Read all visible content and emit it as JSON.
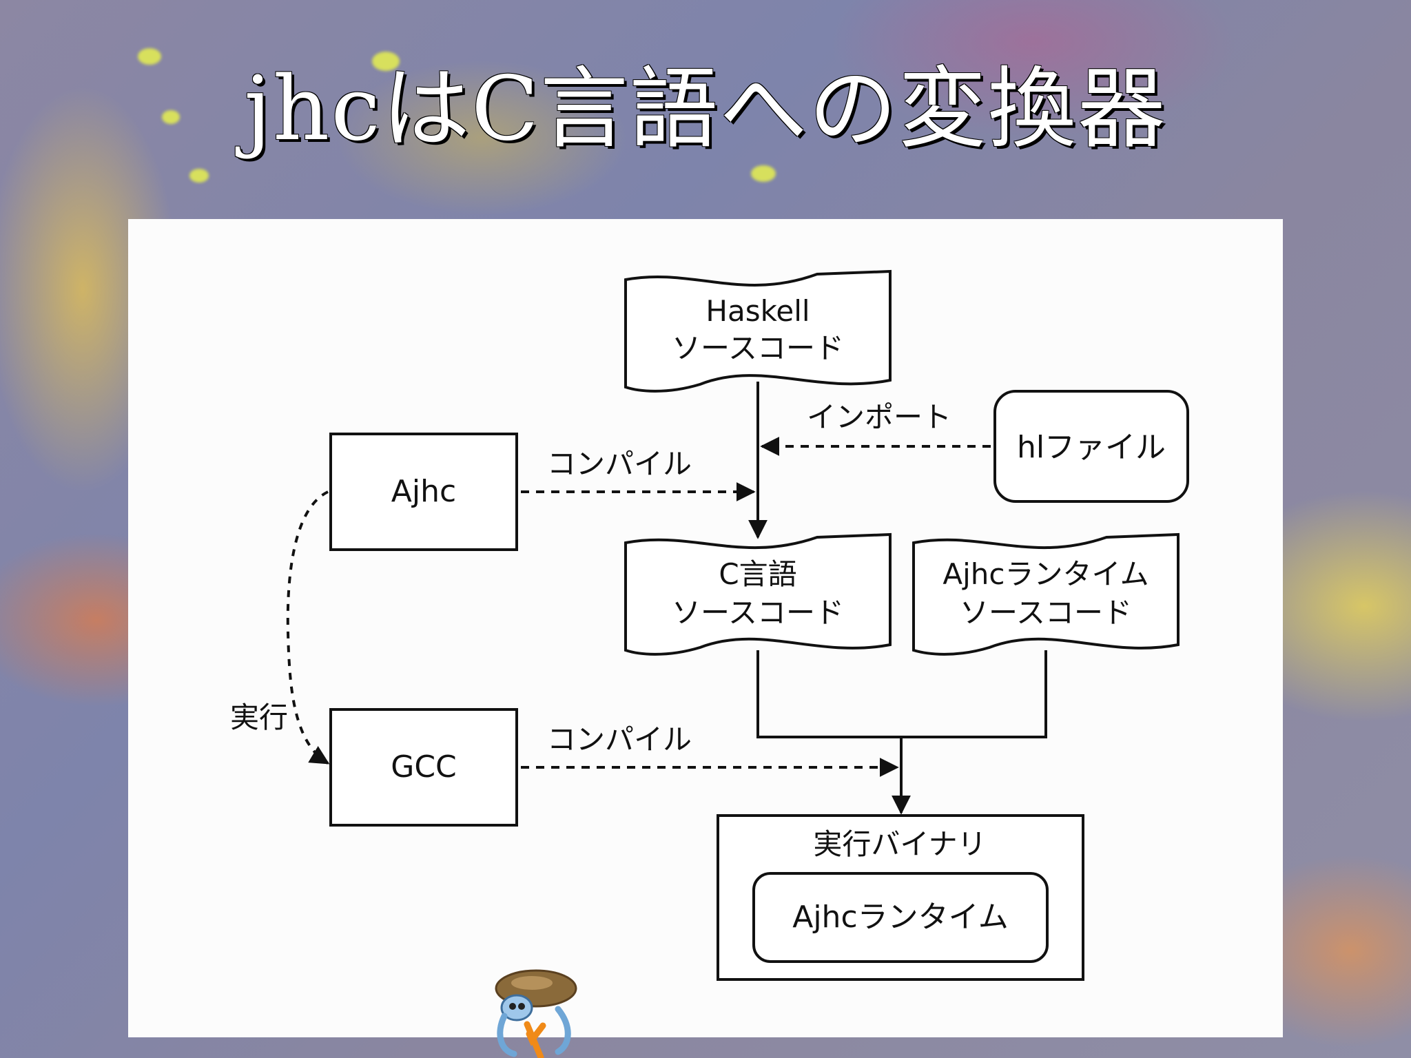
{
  "title": "jhcはC言語への変換器",
  "diagram": {
    "haskell_doc": {
      "line1": "Haskell",
      "line2": "ソースコード"
    },
    "hl_file": "hlファイル",
    "import_label": "インポート",
    "ajhc_box": "Ajhc",
    "compile_label_1": "コンパイル",
    "c_doc": {
      "line1": "C言語",
      "line2": "ソースコード"
    },
    "runtime_doc": {
      "line1": "Ajhcランタイム",
      "line2": "ソースコード"
    },
    "exec_label": "実行",
    "gcc_box": "GCC",
    "compile_label_2": "コンパイル",
    "binary_box": "実行バイナリ",
    "runtime_box": "Ajhcランタイム"
  },
  "colors": {
    "title_text": "#ffffff",
    "panel": "#fcfcfc",
    "lines": "#111111"
  }
}
